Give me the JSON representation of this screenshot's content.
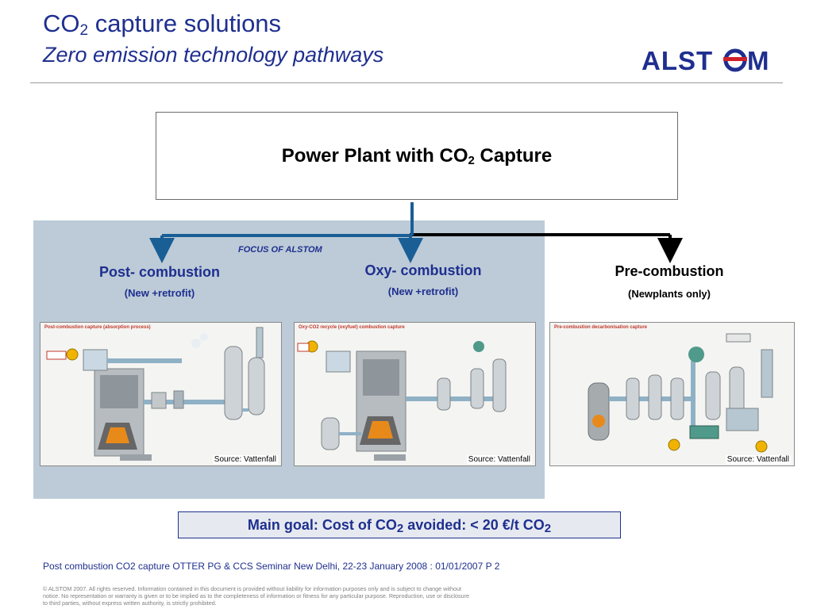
{
  "header": {
    "title_prefix": "CO",
    "title_sub": "2",
    "title_suffix": " capture solutions",
    "subtitle": "Zero emission technology pathways",
    "logo_text": "ALSTOM"
  },
  "main_box": {
    "text_prefix": "Power Plant with CO",
    "text_sub": "2",
    "text_suffix": " Capture"
  },
  "focus_label": "FOCUS OF ALSTOM",
  "pathways": [
    {
      "title": "Post- combustion",
      "subtitle": "(New +retrofit)",
      "diagram_title": "Post-combustion capture (absorption process)",
      "source": "Source: Vattenfall"
    },
    {
      "title": "Oxy- combustion",
      "subtitle": "(New +retrofit)",
      "diagram_title": "Oxy-CO2 recycle (oxyfuel) combustion capture",
      "source": "Source: Vattenfall"
    },
    {
      "title": "Pre-combustion",
      "subtitle": "(Newplants only)",
      "diagram_title": "Pre-combustion decarbonisation capture",
      "source": "Source: Vattenfall"
    }
  ],
  "goal": {
    "prefix": "Main goal:  Cost of CO",
    "sub1": "2",
    "middle": " avoided: < 20 €/t CO",
    "sub2": "2"
  },
  "footer": {
    "text": "Post combustion CO2 capture OTTER PG & CCS Seminar New Delhi, 22-23 January 2008 : 01/01/2007  P 2",
    "copyright": "© ALSTOM 2007. All rights reserved. Information contained in this document is provided without liability for information purposes only and is subject to change without notice. No representation or warranty is given or to be implied as to the completeness of information or fitness for any particular purpose. Reproduction, use or disclosure to third parties, without express written authority, is strictly prohibited."
  },
  "colors": {
    "brand_blue": "#1f2f8f",
    "connector_blue": "#1a5e96",
    "focus_panel": "#bccbd7"
  }
}
